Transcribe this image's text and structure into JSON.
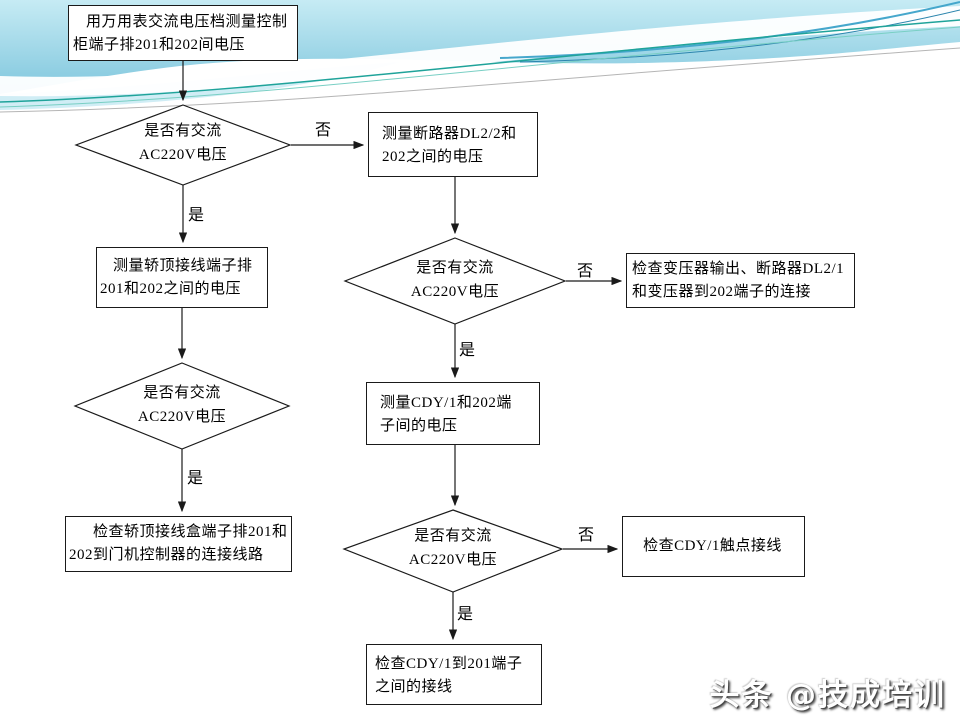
{
  "slide": {
    "background": "#ffffff"
  },
  "colors": {
    "header_gradient_top": "#c6ebf4",
    "header_gradient_bottom": "#7fc6dd",
    "header_band_secondary": "#a9deec",
    "teal_accent_line": "#1fa39a",
    "teal_accent_light": "#79cfc4",
    "gray_accent_line": "#b5b5b5",
    "blue_accent_line": "#45a7cc",
    "blue_accent_dark": "#2b85ad",
    "flow_line": "#1a1a1a",
    "watermark_shadow": "#373737"
  },
  "labels": {
    "yes": "是",
    "no": "否"
  },
  "flowchart": {
    "nodes": {
      "start": {
        "lines": [
          "用万用表交流电压档测量控制",
          "柜端子排201和202间电压"
        ]
      },
      "decision1": {
        "lines": [
          "是否有交流",
          "AC220V电压"
        ]
      },
      "measure_breaker": {
        "lines": [
          "测量断路器DL2/2和",
          "202之间的电压"
        ]
      },
      "measure_cartop": {
        "lines": [
          "测量轿顶接线端子排",
          "201和202之间的电压"
        ]
      },
      "decision2": {
        "lines": [
          "是否有交流",
          "AC220V电压"
        ]
      },
      "check_cartop": {
        "lines": [
          "检查轿顶接线盒端子排201和",
          "202到门机控制器的连接线路"
        ]
      },
      "decision3": {
        "lines": [
          "是否有交流",
          "AC220V电压"
        ]
      },
      "check_transformer": {
        "lines": [
          "检查变压器输出、断路器DL2/1",
          "和变压器到202端子的连接"
        ]
      },
      "measure_cdy": {
        "lines": [
          "测量CDY/1和202端",
          "子间的电压"
        ]
      },
      "decision4": {
        "lines": [
          "是否有交流",
          "AC220V电压"
        ]
      },
      "check_cdy_contact": {
        "lines": [
          "检查CDY/1触点接线"
        ]
      },
      "check_cdy_wiring": {
        "lines": [
          "检查CDY/1到201端子",
          "之间的接线"
        ]
      }
    }
  },
  "watermark": {
    "text": "头条 @技成培训"
  }
}
